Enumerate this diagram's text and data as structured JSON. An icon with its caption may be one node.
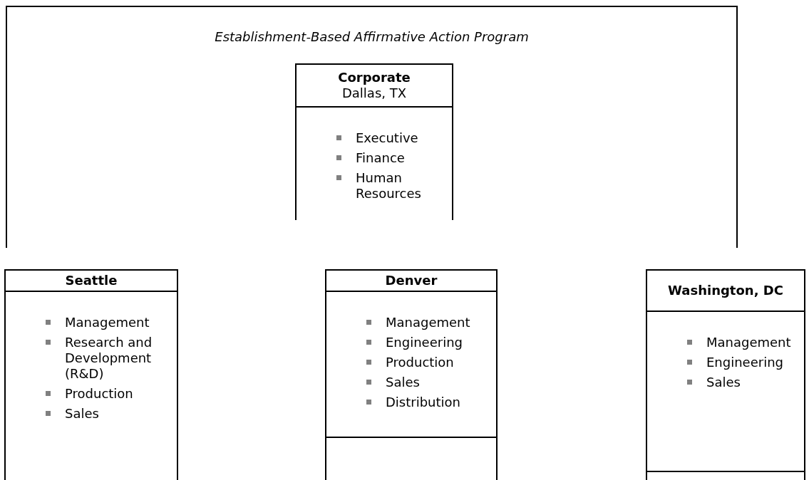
{
  "diagram": {
    "nodes": [
      {
        "text": [
          "Establishment-Based Affirmative Action Program"
        ]
      },
      {
        "text": [
          "Corporate",
          "Dallas, TX",
          "Executive",
          "Finance",
          "Human Resources"
        ],
        "in": 0
      },
      {
        "text": [
          "Seattle",
          "Management",
          "Research and Development (R&D)",
          "Production",
          "Sales"
        ]
      },
      {
        "text": [
          "Denver",
          "Management",
          "Engineering",
          "Production",
          "Sales",
          "Distribution"
        ]
      },
      {
        "text": [
          "Washington, DC",
          "Management",
          "Engineering",
          "Sales"
        ]
      }
    ]
  }
}
